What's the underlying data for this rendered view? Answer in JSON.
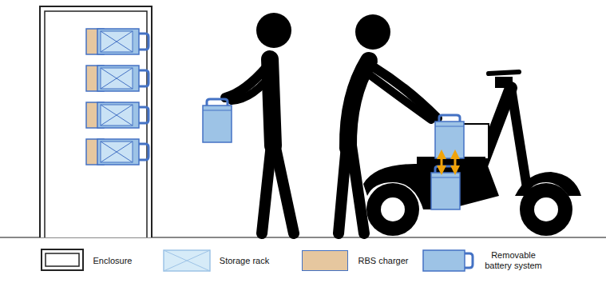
{
  "diagram": {
    "legend": [
      {
        "text": "Enclosure"
      },
      {
        "text": "Storage rack"
      },
      {
        "text": "RBS charger",
        "color": "#e6c79f"
      },
      {
        "text": "Removable battery system"
      }
    ]
  }
}
